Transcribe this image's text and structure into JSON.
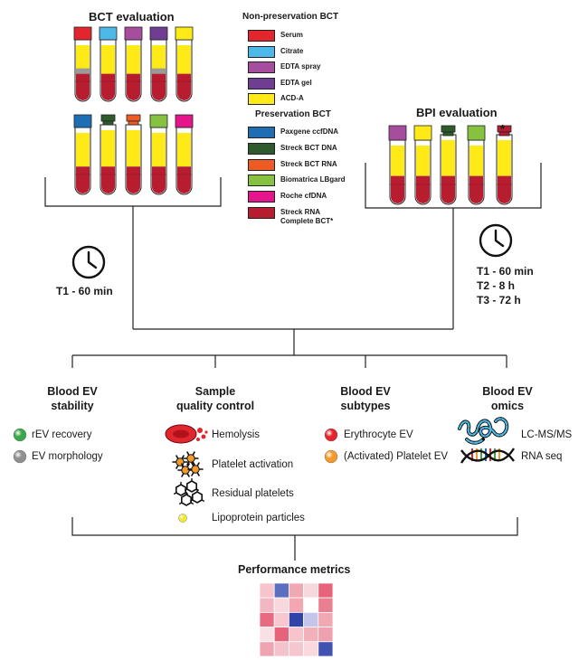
{
  "bct": {
    "title": "BCT evaluation",
    "non_preservation_title": "Non-preservation BCT",
    "preservation_title": "Preservation BCT",
    "non_preservation": [
      {
        "label": "Serum",
        "color": "#e3262e"
      },
      {
        "label": "Citrate",
        "color": "#4db9e8"
      },
      {
        "label": "EDTA spray",
        "color": "#a64d9d"
      },
      {
        "label": "EDTA gel",
        "color": "#6f3d91"
      },
      {
        "label": "ACD-A",
        "color": "#fdea16"
      }
    ],
    "preservation": [
      {
        "label": "Paxgene ccfDNA",
        "color": "#1f6eb3"
      },
      {
        "label": "Streck BCT DNA",
        "color": "#2f5a2c"
      },
      {
        "label": "Streck BCT RNA",
        "color": "#ef5b25"
      },
      {
        "label": "Biomatrica LBgard",
        "color": "#86c240"
      },
      {
        "label": "Roche cfDNA",
        "color": "#e5168b"
      },
      {
        "label": "Streck RNA Complete BCT*",
        "label_lines": [
          "Streck RNA",
          "Complete BCT*"
        ],
        "color": "#b71d2f"
      }
    ],
    "time": "T1 - 60 min"
  },
  "bpi": {
    "title": "BPI evaluation",
    "asterisk": "*",
    "tube_caps": [
      "#a64d9d",
      "#fdea16",
      "#2f5a2c",
      "#86c240",
      "#b71d2f"
    ],
    "times": [
      "T1 - 60 min",
      "T2 - 8 h",
      "T3 - 72 h"
    ]
  },
  "columns": [
    {
      "heading": [
        "Blood EV",
        "stability"
      ],
      "items": [
        {
          "label": "rEV recovery",
          "icon": "green-sphere-icon",
          "color": "#3aa84a"
        },
        {
          "label": "EV morphology",
          "icon": "gray-sphere-icon",
          "color": "#8f8f8f"
        }
      ]
    },
    {
      "heading": [
        "Sample",
        "quality control"
      ],
      "items": [
        {
          "label": "Hemolysis",
          "icon": "red-blood-cell-icon",
          "color": "#e3262e"
        },
        {
          "label": "Platelet activation",
          "icon": "activated-platelet-icon",
          "color": "#f39a2b"
        },
        {
          "label": "Residual platelets",
          "icon": "residual-platelets-icon",
          "color": "#ffffff"
        },
        {
          "label": "Lipoprotein particles",
          "icon": "lipoprotein-particle-icon",
          "color": "#f2e830"
        }
      ]
    },
    {
      "heading": [
        "Blood EV",
        "subtypes"
      ],
      "items": [
        {
          "label": "Erythrocyte EV",
          "icon": "red-sphere-icon",
          "color": "#e3262e"
        },
        {
          "label": "(Activated) Platelet EV",
          "icon": "orange-sphere-icon",
          "color": "#f39a2b"
        }
      ]
    },
    {
      "heading": [
        "Blood EV",
        "omics"
      ],
      "items": [
        {
          "label": "LC-MS/MS",
          "icon": "protein-chain-icon",
          "color": "#4db9e8"
        },
        {
          "label": "RNA seq",
          "icon": "rna-helix-icon",
          "color": "#111111"
        }
      ]
    }
  ],
  "performance": {
    "title": "Performance metrics",
    "heatmap": [
      [
        "#f7c4cb",
        "#5a6fc0",
        "#f0a8b3",
        "#f7d8dc",
        "#e7637a"
      ],
      [
        "#f2b7c0",
        "#f7d8dc",
        "#f4a7b3",
        "#ffffff",
        "#e97f91"
      ],
      [
        "#e96a80",
        "#f7c8cf",
        "#2f43a8",
        "#c3c6ea",
        "#f0a8b3"
      ],
      [
        "#f9e0e4",
        "#e7637a",
        "#f7c4cb",
        "#f3b0bb",
        "#eda0ad"
      ],
      [
        "#eea5b1",
        "#f4c2ca",
        "#f5c6ce",
        "#f9d9de",
        "#4153b0"
      ]
    ]
  }
}
